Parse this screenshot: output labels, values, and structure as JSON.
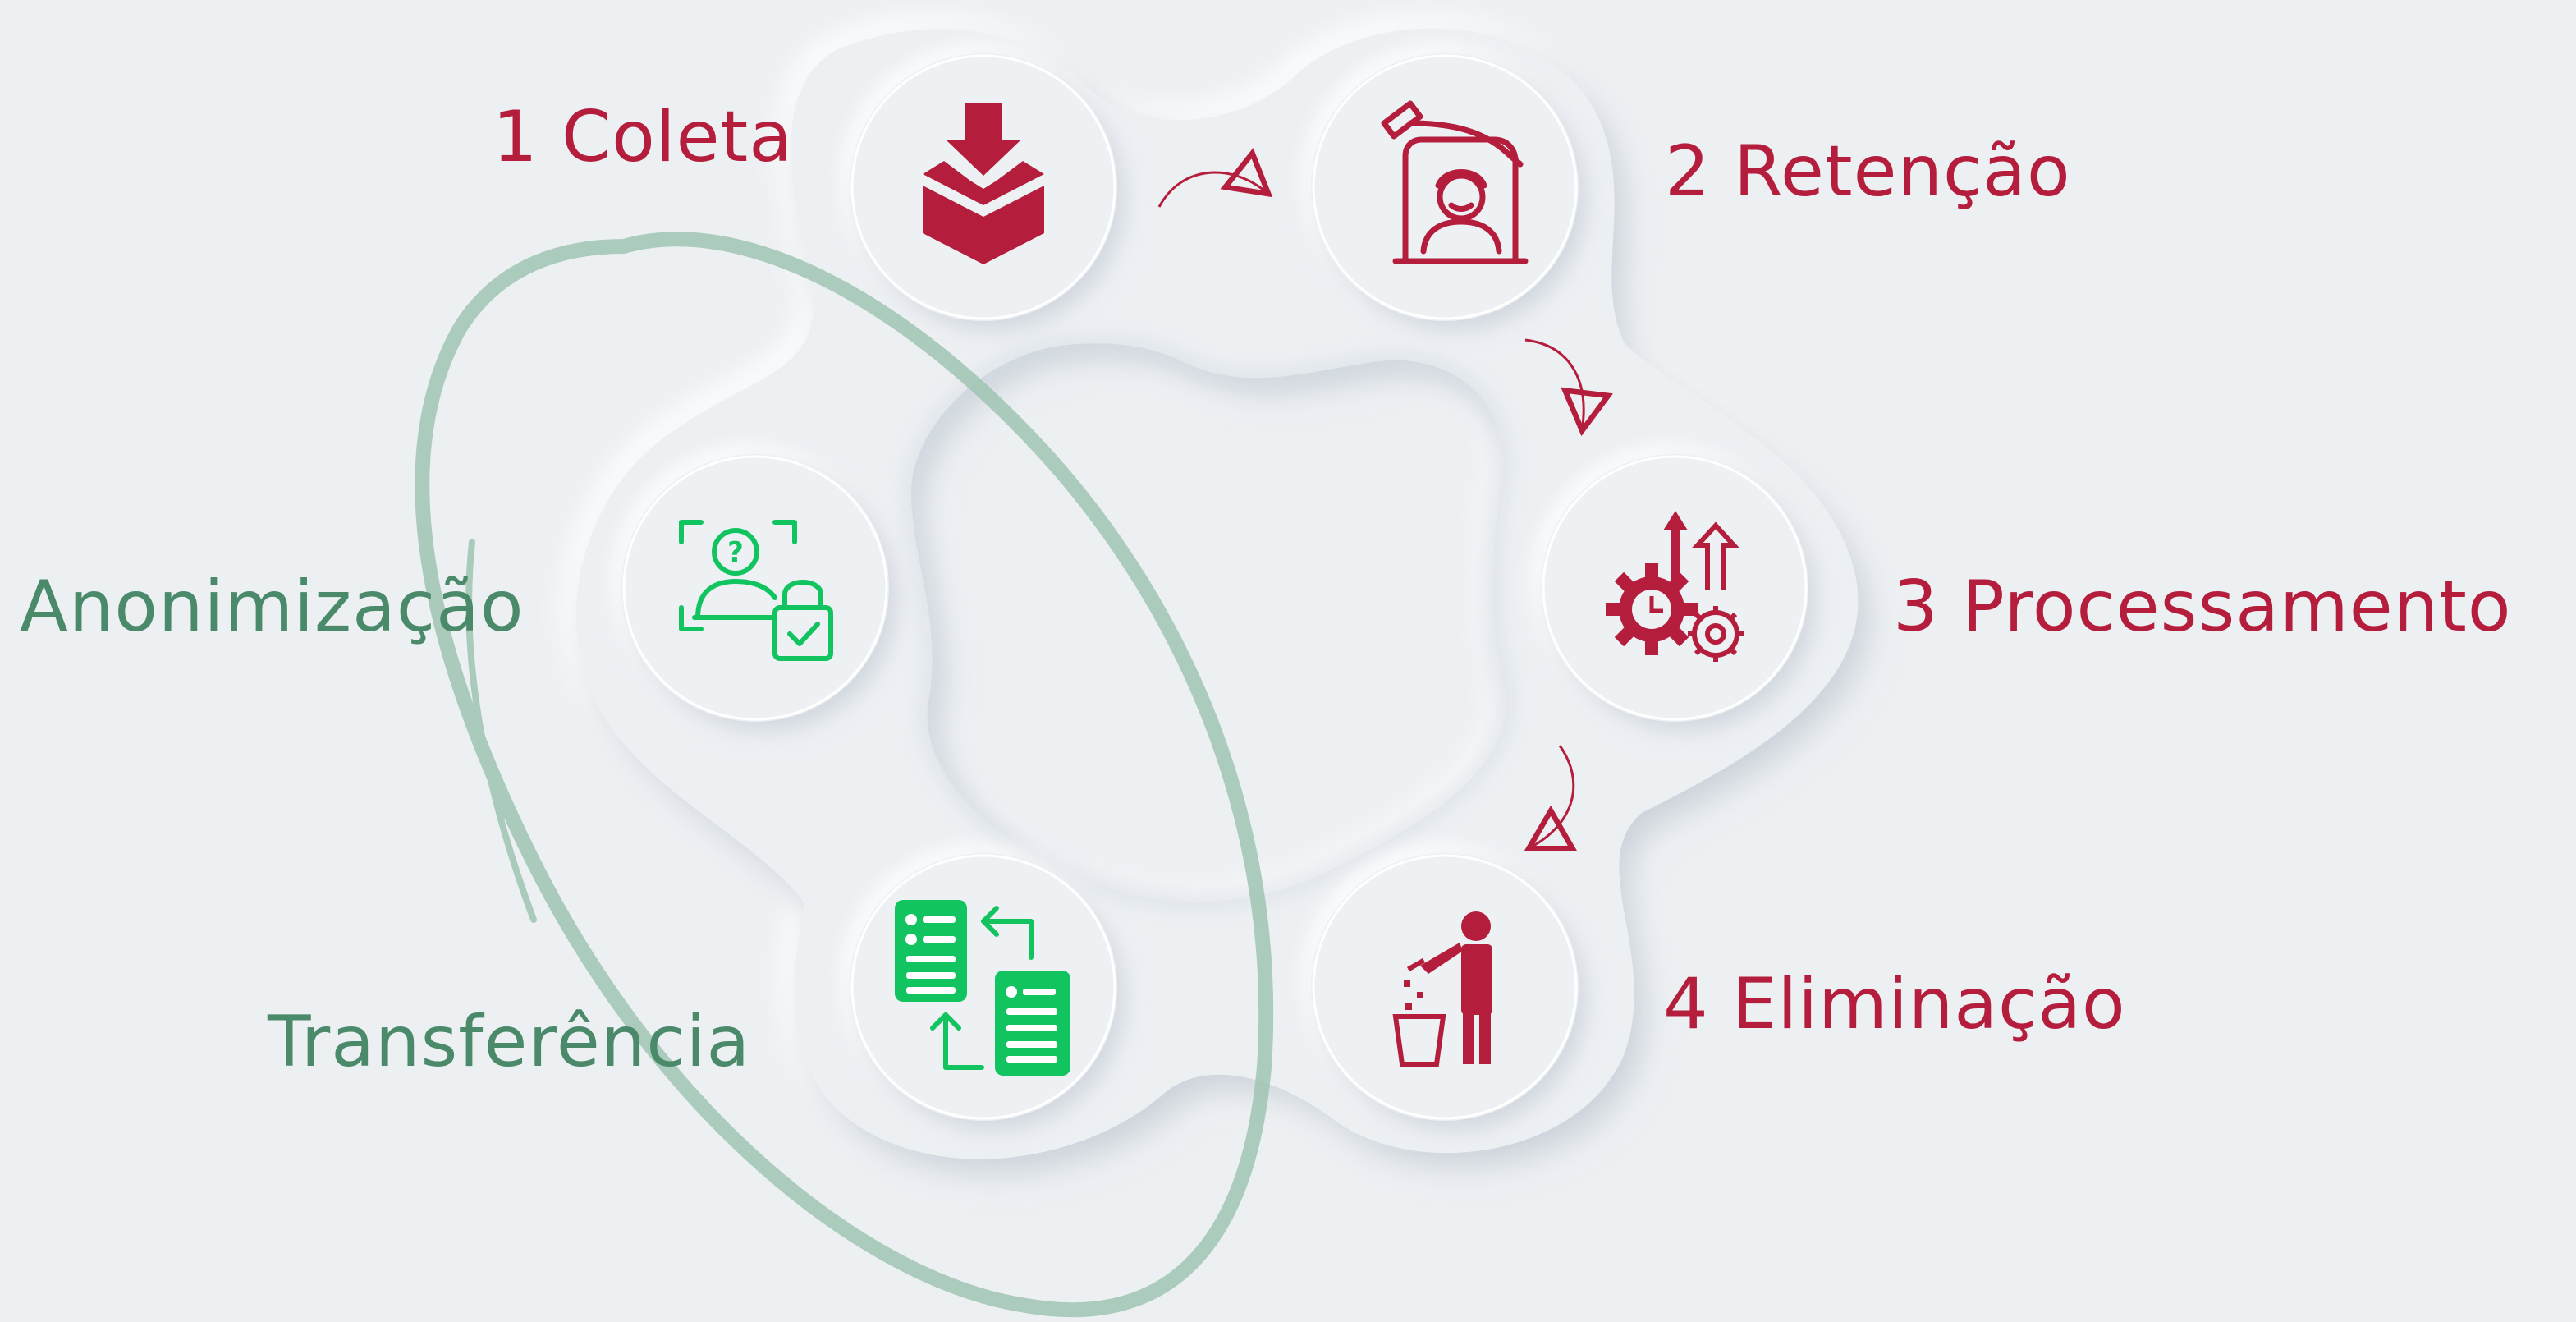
{
  "steps": {
    "coleta": {
      "label": "1 Coleta",
      "icon": "inbox-download-icon"
    },
    "retencao": {
      "label": "2 Retenção",
      "icon": "protected-person-icon"
    },
    "processamento": {
      "label": "3 Processamento",
      "icon": "gears-growth-icon"
    },
    "eliminacao": {
      "label": "4 Eliminação",
      "icon": "person-trash-icon"
    },
    "anonimizacao": {
      "label": "Anonimização",
      "icon": "anonymous-user-lock-icon"
    },
    "transferencia": {
      "label": "Transferência",
      "icon": "document-exchange-icon"
    }
  },
  "colors": {
    "background": "#edf0f3",
    "red": "#b41e3c",
    "green": "#12c460",
    "green_text": "#4a8a6a",
    "swoosh": "#9fc4b2"
  }
}
